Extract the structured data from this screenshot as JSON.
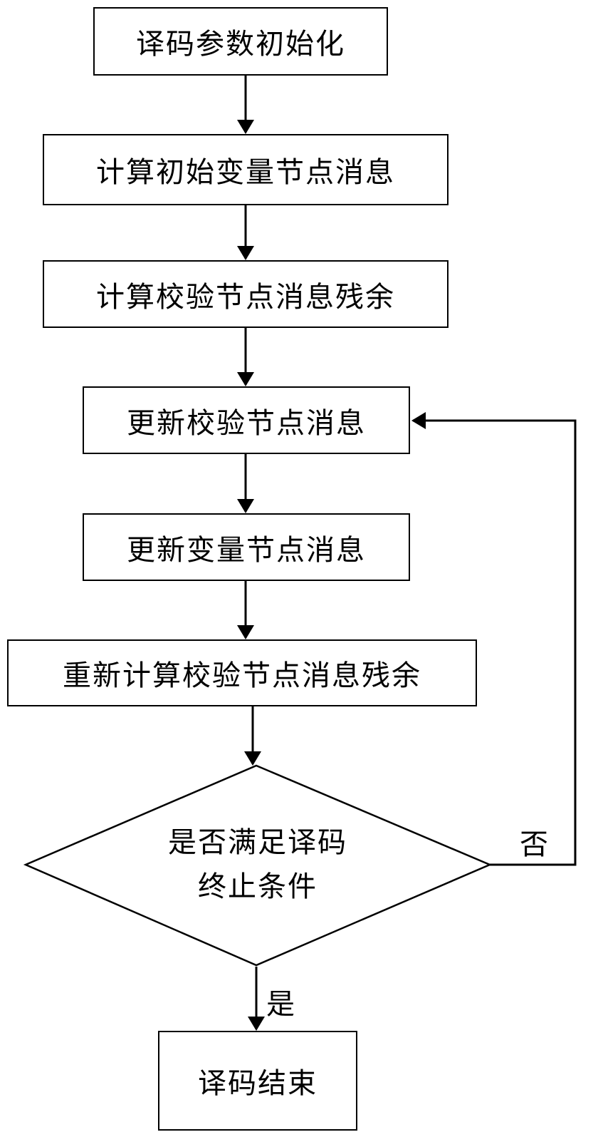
{
  "flowchart": {
    "steps": [
      {
        "label": "译码参数初始化"
      },
      {
        "label": "计算初始变量节点消息"
      },
      {
        "label": "计算校验节点消息残余"
      },
      {
        "label": "更新校验节点消息"
      },
      {
        "label": "更新变量节点消息"
      },
      {
        "label": "重新计算校验节点消息残余"
      }
    ],
    "decision": {
      "line1": "是否满足译码",
      "line2": "终止条件"
    },
    "end": {
      "label": "译码结束"
    },
    "branch_no": "否",
    "branch_yes": "是"
  },
  "colors": {
    "stroke": "#000000",
    "background": "#ffffff"
  }
}
